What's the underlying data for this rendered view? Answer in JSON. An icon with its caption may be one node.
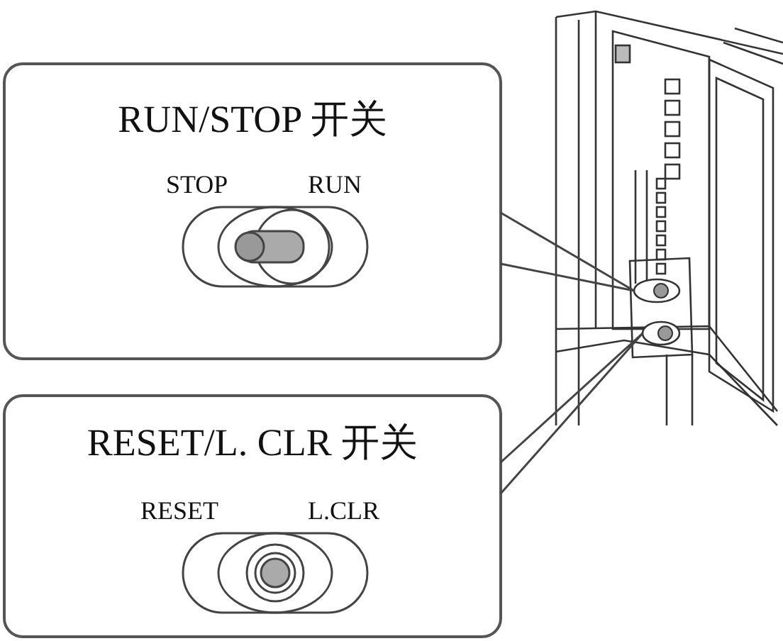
{
  "diagram": {
    "nodes": [
      {
        "text": [
          "RUN/STOP 开关",
          "STOP",
          "RUN"
        ]
      },
      {
        "text": [
          "RESET/L. CLR 开关",
          "RESET",
          "L.CLR"
        ]
      },
      {
        "text": [],
        "shape": "ellipse"
      },
      {
        "text": [],
        "shape": "ellipse"
      }
    ],
    "edges": [
      {
        "from": 0,
        "to": 2,
        "arrow": "none"
      },
      {
        "from": 1,
        "to": 3,
        "arrow": "none"
      }
    ]
  }
}
